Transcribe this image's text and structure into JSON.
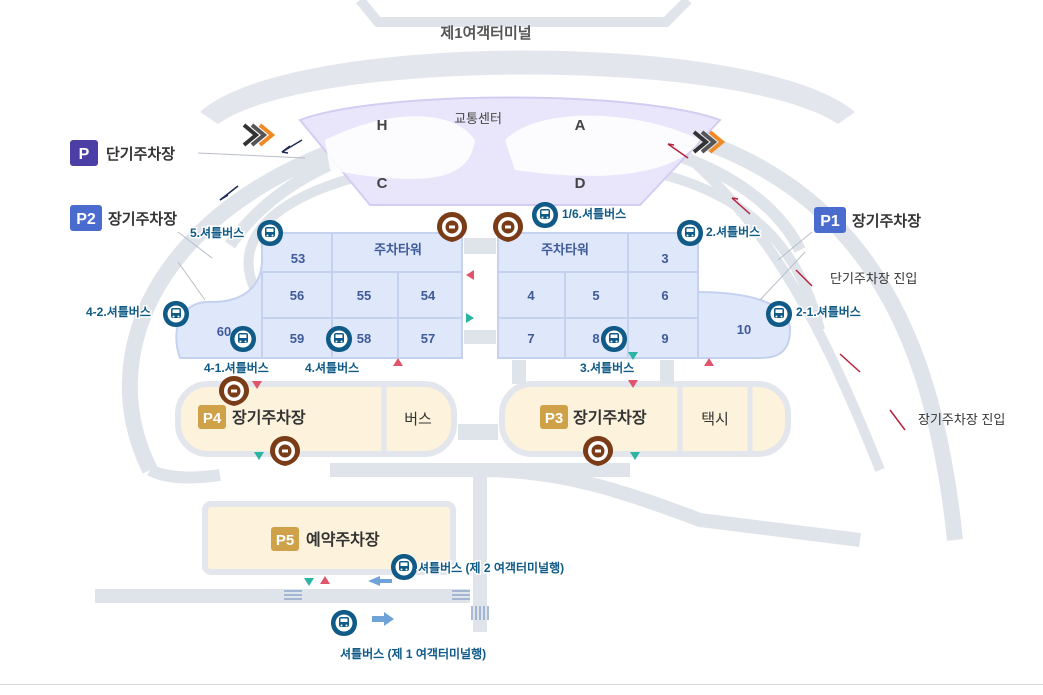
{
  "colors": {
    "road": "#dfe3ea",
    "road_dark": "#cfd4dc",
    "parking_blue": "#dfe7fa",
    "parking_blue_stroke": "#c5d2ef",
    "terminal_lavender": "#e9e6fb",
    "lot_yellow": "#fdf3dc",
    "badge_purple": "#4b3fa5",
    "badge_blue": "#4b6ccf",
    "badge_gold": "#cfa24a",
    "shuttle_pin": "#0f5a86",
    "restaurant_pin": "#7a3b17",
    "arrow_red": "#b7223b",
    "arrow_orange": "#f08a24"
  },
  "terminal": {
    "label": "제1여객터미널"
  },
  "traffic_center": {
    "label": "교통센터",
    "zones": [
      "H",
      "A",
      "C",
      "D"
    ]
  },
  "parking_labels": {
    "p_short": {
      "badge": "P",
      "text": "단기주차장"
    },
    "p2": {
      "badge": "P2",
      "text": "장기주차장"
    },
    "p1": {
      "badge": "P1",
      "text": "장기주차장"
    },
    "p4": {
      "badge": "P4",
      "text": "장기주차장"
    },
    "p3": {
      "badge": "P3",
      "text": "장기주차장"
    },
    "p5": {
      "badge": "P5",
      "text": "예약주차장"
    }
  },
  "entry_labels": {
    "short_entry": "단기주차장 진입",
    "long_entry": "장기주차장 진입"
  },
  "tower_labels": {
    "left": "주차타워",
    "right": "주차타워"
  },
  "left_blocks": [
    "53",
    "56",
    "55",
    "54",
    "60",
    "59",
    "58",
    "57"
  ],
  "right_blocks": [
    "3",
    "4",
    "5",
    "6",
    "7",
    "8",
    "9",
    "10"
  ],
  "lot_labels": {
    "bus": "버스",
    "taxi": "택시"
  },
  "shuttles": {
    "s1_6": "1/6.셔틀버스",
    "s2": "2.셔틀버스",
    "s2_1": "2-1.셔틀버스",
    "s3": "3.셔틀버스",
    "s5": "5.셔틀버스",
    "s4_2": "4-2.셔틀버스",
    "s4_1": "4-1.셔틀버스",
    "s4": "4.셔틀버스",
    "t2": "셔틀버스 (제 2 여객터미널행)",
    "t1": "셔틀버스 (제 1 여객터미널행)"
  },
  "icons": {
    "shuttle_pin": "bus-stop-pin-icon",
    "restaurant_pin": "restaurant-pin-icon",
    "direction_arrow": "direction-arrow-icon",
    "chevron": "chevron-direction-icon"
  }
}
